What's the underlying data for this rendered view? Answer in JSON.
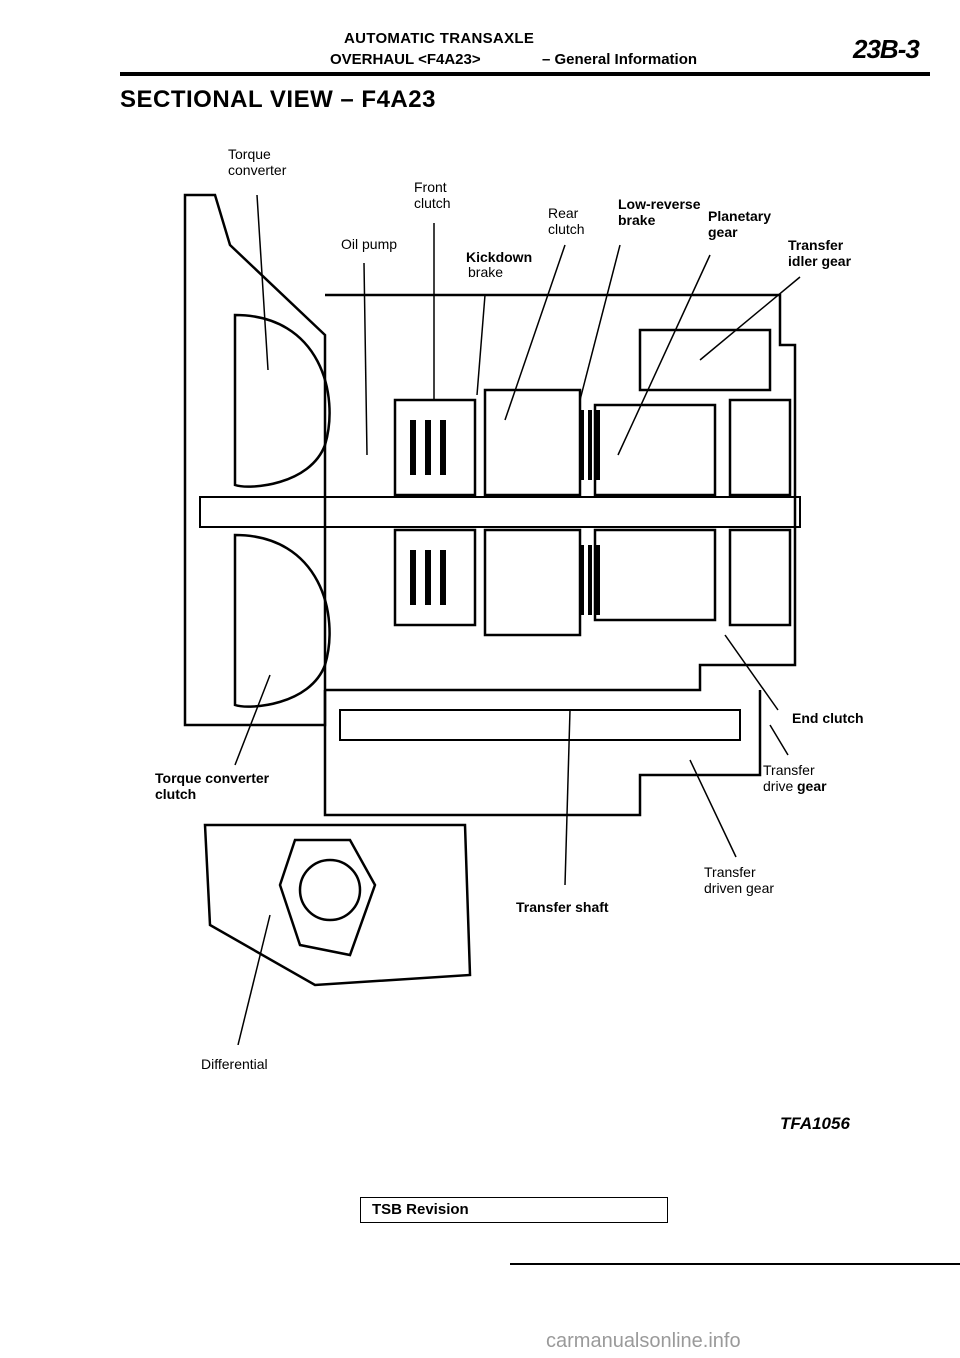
{
  "header": {
    "title": "AUTOMATIC TRANSAXLE",
    "subtitle": "OVERHAUL <F4A23>",
    "info": "– General Information",
    "page_code": "23B-3"
  },
  "section_title": "SECTIONAL VIEW – F4A23",
  "labels": {
    "torque_converter": "Torque\nconverter",
    "front_clutch": "Front\nclutch",
    "rear_clutch": "Rear\nclutch",
    "low_reverse_brake": "Low-reverse\nbrake",
    "planetary_gear": "Planetary\ngear",
    "oil_pump": "Oil pump",
    "kickdown_brake_1": "Kickdown",
    "kickdown_brake_2": "brake",
    "transfer_idler_gear": "Transfer\nidler gear",
    "end_clutch": "End clutch",
    "torque_converter_clutch": "Torque converter\nclutch",
    "transfer_drive_gear_1": "Transfer\ndrive",
    "transfer_drive_gear_2": "gear",
    "transfer_driven_gear": "Transfer\ndriven gear",
    "transfer_shaft": "Transfer shaft",
    "differential": "Differential"
  },
  "figure_code": "TFA1056",
  "footer": {
    "tsb_revision": "TSB Revision",
    "watermark": "carmanualsonline.info"
  }
}
